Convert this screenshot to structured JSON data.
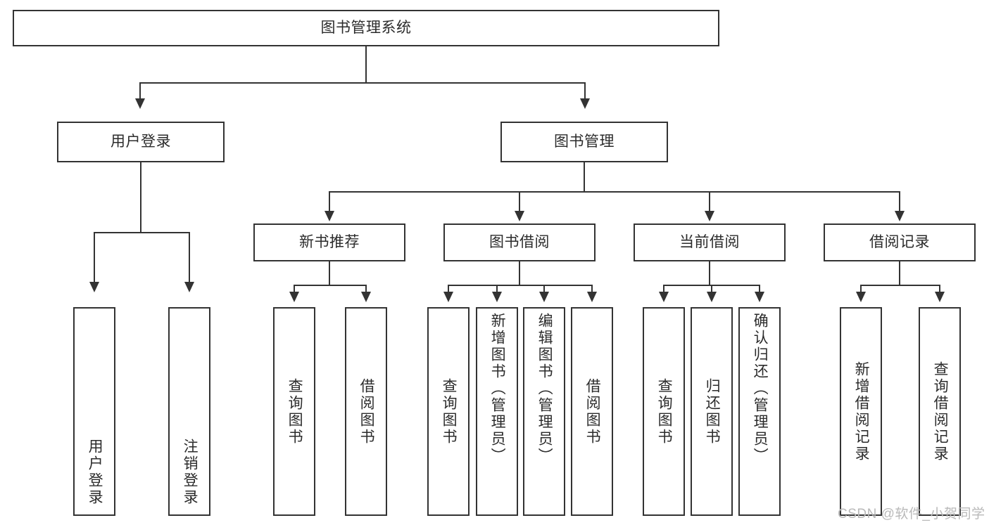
{
  "diagram": {
    "title_node": {
      "label": "图书管理系统"
    },
    "level2": [
      {
        "label": "用户登录"
      },
      {
        "label": "图书管理"
      }
    ],
    "level3": [
      {
        "label": "新书推荐"
      },
      {
        "label": "图书借阅"
      },
      {
        "label": "当前借阅"
      },
      {
        "label": "借阅记录"
      }
    ],
    "leaves": {
      "user_login": [
        {
          "label": "用户登录"
        },
        {
          "label": "注销登录"
        }
      ],
      "new_book_recommend": [
        {
          "label": "查询图书"
        },
        {
          "label": "借阅图书"
        }
      ],
      "book_borrow": [
        {
          "label": "查询图书"
        },
        {
          "label": "新增图书（管理员）"
        },
        {
          "label": "编辑图书（管理员）"
        },
        {
          "label": "借阅图书"
        }
      ],
      "current_borrow": [
        {
          "label": "查询图书"
        },
        {
          "label": "归还图书"
        },
        {
          "label": "确认归还（管理员）"
        }
      ],
      "borrow_record": [
        {
          "label": "新增借阅记录"
        },
        {
          "label": "查询借阅记录"
        }
      ]
    }
  },
  "watermark": {
    "text": "CSDN @软件_小贺同学"
  },
  "colors": {
    "stroke": "#333333",
    "text": "#2b2b2b",
    "background": "#ffffff",
    "watermark": "#b9b9b9"
  }
}
